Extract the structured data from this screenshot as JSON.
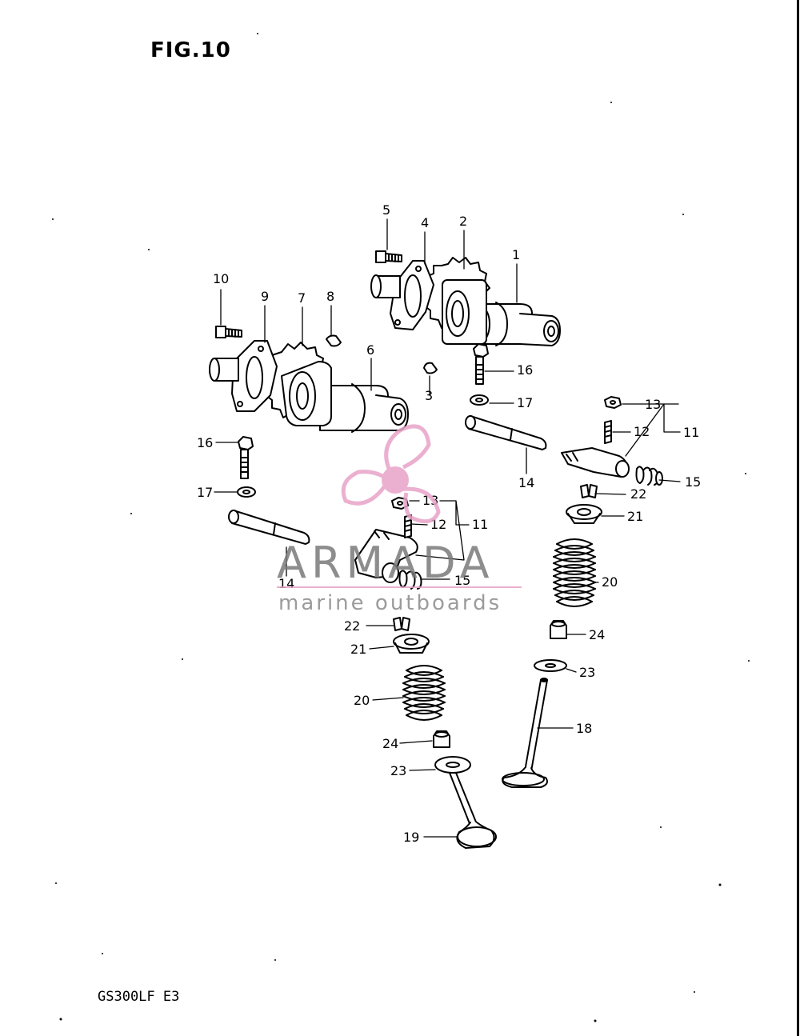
{
  "figure": {
    "title": "FIG.10",
    "model": "GS300LF  E3"
  },
  "watermark": {
    "brand": "ARMADA",
    "tagline": "marine outboards",
    "accent_color": "#e8a3c8",
    "text_color": "#7a7a7a"
  },
  "callouts": [
    {
      "id": "c1",
      "text": "1"
    },
    {
      "id": "c2",
      "text": "2"
    },
    {
      "id": "c3",
      "text": "3"
    },
    {
      "id": "c4",
      "text": "4"
    },
    {
      "id": "c5",
      "text": "5"
    },
    {
      "id": "c6",
      "text": "6"
    },
    {
      "id": "c7",
      "text": "7"
    },
    {
      "id": "c8",
      "text": "8"
    },
    {
      "id": "c9",
      "text": "9"
    },
    {
      "id": "c10",
      "text": "10"
    },
    {
      "id": "c11a",
      "text": "11"
    },
    {
      "id": "c11b",
      "text": "11"
    },
    {
      "id": "c12a",
      "text": "12"
    },
    {
      "id": "c12b",
      "text": "12"
    },
    {
      "id": "c13a",
      "text": "13"
    },
    {
      "id": "c13b",
      "text": "13"
    },
    {
      "id": "c14a",
      "text": "14"
    },
    {
      "id": "c14b",
      "text": "14"
    },
    {
      "id": "c15a",
      "text": "15"
    },
    {
      "id": "c15b",
      "text": "15"
    },
    {
      "id": "c16a",
      "text": "16"
    },
    {
      "id": "c16b",
      "text": "16"
    },
    {
      "id": "c17a",
      "text": "17"
    },
    {
      "id": "c17b",
      "text": "17"
    },
    {
      "id": "c18",
      "text": "18"
    },
    {
      "id": "c19",
      "text": "19"
    },
    {
      "id": "c20a",
      "text": "20"
    },
    {
      "id": "c20b",
      "text": "20"
    },
    {
      "id": "c21a",
      "text": "21"
    },
    {
      "id": "c21b",
      "text": "21"
    },
    {
      "id": "c22a",
      "text": "22"
    },
    {
      "id": "c22b",
      "text": "22"
    },
    {
      "id": "c23a",
      "text": "23"
    },
    {
      "id": "c23b",
      "text": "23"
    },
    {
      "id": "c24a",
      "text": "24"
    },
    {
      "id": "c24b",
      "text": "24"
    }
  ]
}
